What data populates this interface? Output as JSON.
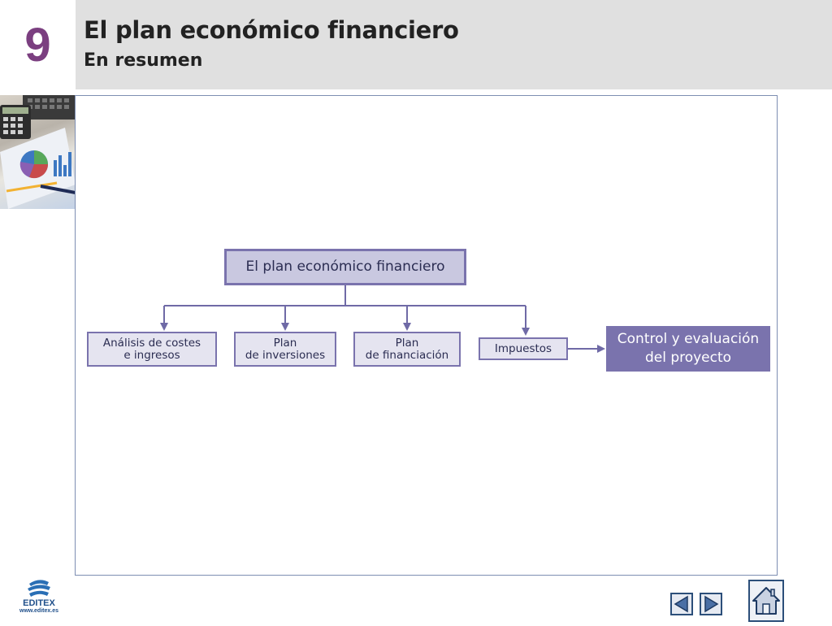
{
  "header": {
    "chapter_number": "9",
    "title": "El plan económico financiero",
    "subtitle": "En resumen"
  },
  "diagram": {
    "root": "El plan económico financiero",
    "children": [
      {
        "line1": "Análisis de costes",
        "line2": "e ingresos"
      },
      {
        "line1": "Plan",
        "line2": "de inversiones"
      },
      {
        "line1": "Plan",
        "line2": "de financiación"
      },
      {
        "line1": "Impuestos",
        "line2": ""
      }
    ],
    "result": {
      "line1": "Control y evaluación",
      "line2": "del proyecto"
    }
  },
  "footer": {
    "logo_text": "EDITEX",
    "logo_url": "www.editex.es",
    "nav_icons": [
      "previous-icon",
      "next-icon",
      "home-icon"
    ]
  },
  "colors": {
    "accent_purple": "#7b3f80",
    "diagram_border": "#7a73ad",
    "diagram_fill": "#e5e4f0",
    "header_band": "#e0e0e0",
    "nav_blue": "#2c4f7a"
  }
}
